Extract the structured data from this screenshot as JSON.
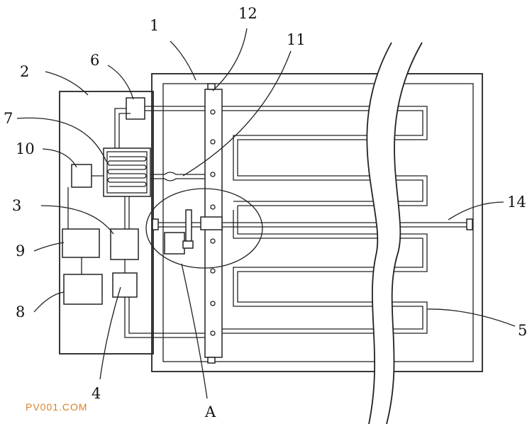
{
  "labels": {
    "n1": "1",
    "n2": "2",
    "n3": "3",
    "n4": "4",
    "n5": "5",
    "n6": "6",
    "n7": "7",
    "n8": "8",
    "n9": "9",
    "n10": "10",
    "n11": "11",
    "n12": "12",
    "n14": "14",
    "A": "A"
  },
  "watermark": "PV001.COM",
  "colors": {
    "line": "#222222",
    "watermark": "#d9822b",
    "background": "#ffffff"
  }
}
